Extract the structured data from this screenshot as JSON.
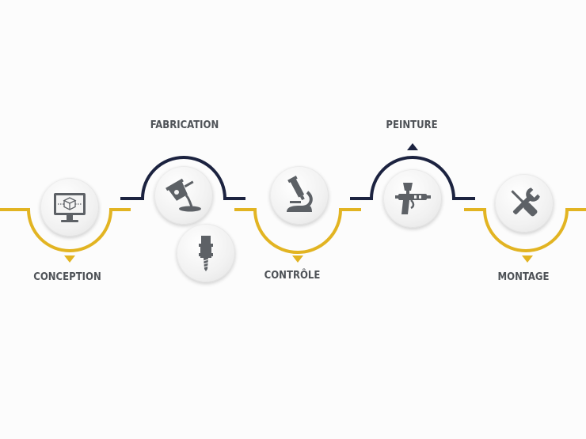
{
  "colors": {
    "gold": "#e2b422",
    "navy": "#1c2340",
    "icon": "#5d6166",
    "label": "#4e5257"
  },
  "steps": [
    {
      "label": "CONCEPTION",
      "icon": "computer-3d-cube-icon"
    },
    {
      "label": "FABRICATION",
      "icon": "foundry-ladle-icon",
      "extra_icon": "milling-tool-icon"
    },
    {
      "label": "CONTRÔLE",
      "icon": "microscope-icon"
    },
    {
      "label": "PEINTURE",
      "icon": "spray-gun-icon"
    },
    {
      "label": "MONTAGE",
      "icon": "wrench-screwdriver-icon"
    }
  ]
}
